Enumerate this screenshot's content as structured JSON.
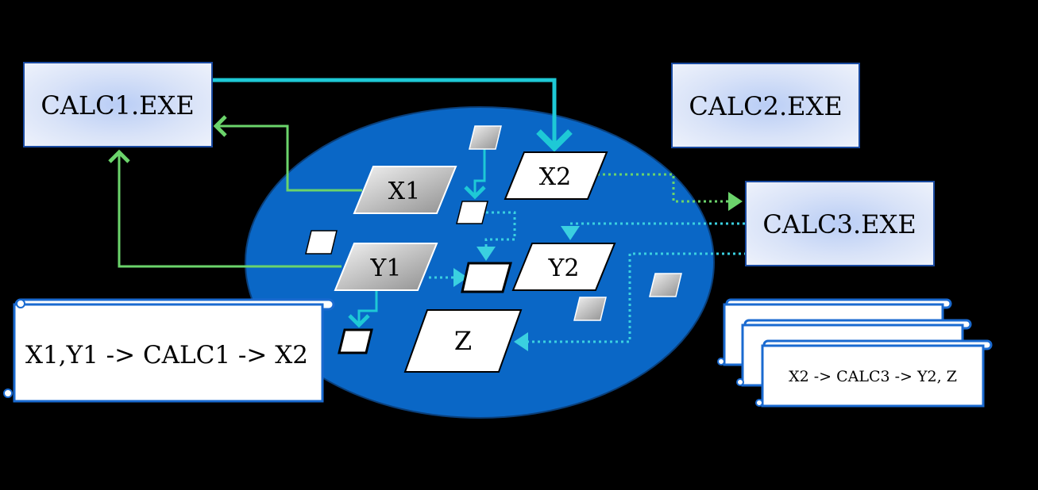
{
  "programs": {
    "calc1": "CALC1.EXE",
    "calc2": "CALC2.EXE",
    "calc3": "CALC3.EXE"
  },
  "variables": {
    "x1": "X1",
    "x2": "X2",
    "y1": "Y1",
    "y2": "Y2",
    "z": "Z"
  },
  "notes": {
    "calc1_rule": "X1,Y1 -> CALC1 -> X2",
    "calc3_rule": "X2 -> CALC3 -> Y2, Z"
  },
  "colors": {
    "background": "#000000",
    "store_fill": "#0a67c6",
    "store_stroke": "#0a3f7a",
    "program_box": "#c8d6f4",
    "green_arrow": "#6bd46b",
    "cyan_arrow": "#1ec9d6",
    "dotted_arrow": "#3ad0e0",
    "scroll_stroke": "#1a6ad0"
  }
}
